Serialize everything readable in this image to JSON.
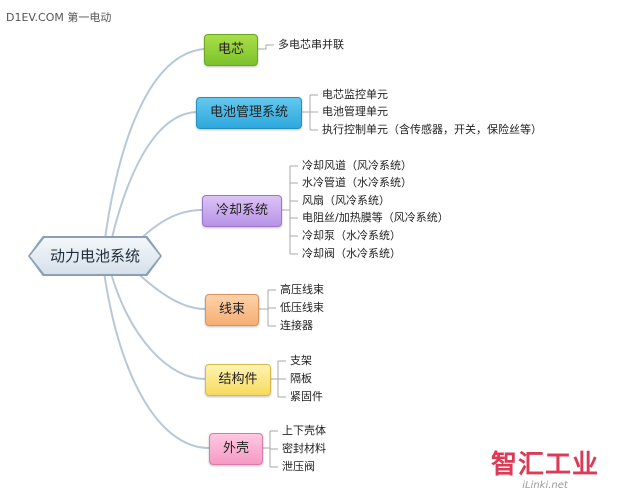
{
  "source_label": "D1EV.COM 第一电动",
  "root": {
    "label": "动力电池系统"
  },
  "branches": [
    {
      "label": "电芯",
      "items": [
        "多电芯串并联"
      ]
    },
    {
      "label": "电池管理系统",
      "items": [
        "电芯监控单元",
        "电池管理单元",
        "执行控制单元（含传感器，开关，保险丝等）"
      ]
    },
    {
      "label": "冷却系统",
      "items": [
        "冷却风道（风冷系统）",
        "水冷管道（水冷系统）",
        "风扇（风冷系统）",
        "电阻丝/加热膜等（风冷系统）",
        "冷却泵（水冷系统）",
        "冷却阀（水冷系统）"
      ]
    },
    {
      "label": "线束",
      "items": [
        "高压线束",
        "低压线束",
        "连接器"
      ]
    },
    {
      "label": "结构件",
      "items": [
        "支架",
        "隔板",
        "紧固件"
      ]
    },
    {
      "label": "外壳",
      "items": [
        "上下壳体",
        "密封材料",
        "泄压阀"
      ]
    }
  ],
  "watermark": {
    "main": "智汇工业",
    "sub": "iLinki.net"
  },
  "colors": {
    "branch_line": "#b9c8d6",
    "leaf_bracket": "#a9a9a9"
  }
}
